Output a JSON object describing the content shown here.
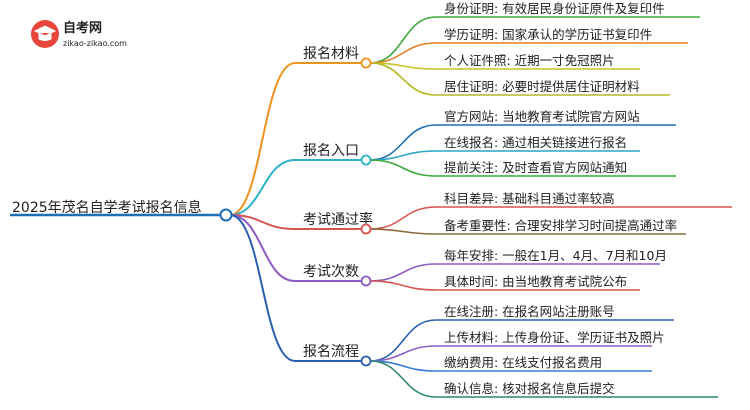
{
  "logo": {
    "name": "自考网",
    "domain": "zikao-zikao.com",
    "icon": "graduation-cap-icon"
  },
  "root": {
    "label": "2025年茂名自学考试报名信息",
    "color": "#1f6fb5"
  },
  "branches": [
    {
      "id": "materials",
      "label": "报名材料",
      "color": "#f0921e",
      "children": [
        {
          "label": "身份证明: 有效居民身份证原件及复印件",
          "color": "#3aa83a"
        },
        {
          "label": "学历证明: 国家承认的学历证书复印件",
          "color": "#e67e22"
        },
        {
          "label": "个人证件照: 近期一寸免冠照片",
          "color": "#c9c42a"
        },
        {
          "label": "居住证明: 必要时提供居住证明材料",
          "color": "#b5b822"
        }
      ]
    },
    {
      "id": "entry",
      "label": "报名入口",
      "color": "#2ab3c8",
      "children": [
        {
          "label": "官方网站: 当地教育考试院官方网站",
          "color": "#1f6fb5"
        },
        {
          "label": "在线报名: 通过相关链接进行报名",
          "color": "#29a7c4"
        },
        {
          "label": "提前关注: 及时查看官方网站通知",
          "color": "#3aa83a"
        }
      ]
    },
    {
      "id": "pass-rate",
      "label": "考试通过率",
      "color": "#d9534f",
      "children": [
        {
          "label": "科目差异: 基础科目通过率较高",
          "color": "#d9534f"
        },
        {
          "label": "备考重要性: 合理安排学习时间提高通过率",
          "color": "#8b6a3a"
        }
      ]
    },
    {
      "id": "times",
      "label": "考试次数",
      "color": "#8e5cc4",
      "children": [
        {
          "label": "每年安排: 一般在1月、4月、7月和10月",
          "color": "#8e5cc4"
        },
        {
          "label": "具体时间: 由当地教育考试院公布",
          "color": "#d9534f"
        }
      ]
    },
    {
      "id": "process",
      "label": "报名流程",
      "color": "#2a5fb0",
      "children": [
        {
          "label": "在线注册: 在报名网站注册账号",
          "color": "#2a5fb0"
        },
        {
          "label": "上传材料: 上传身份证、学历证书及照片",
          "color": "#8e5cc4"
        },
        {
          "label": "缴纳费用: 在线支付报名费用",
          "color": "#3a7bd5"
        },
        {
          "label": "确认信息: 核对报名信息后提交",
          "color": "#2a8a6a"
        }
      ]
    }
  ]
}
